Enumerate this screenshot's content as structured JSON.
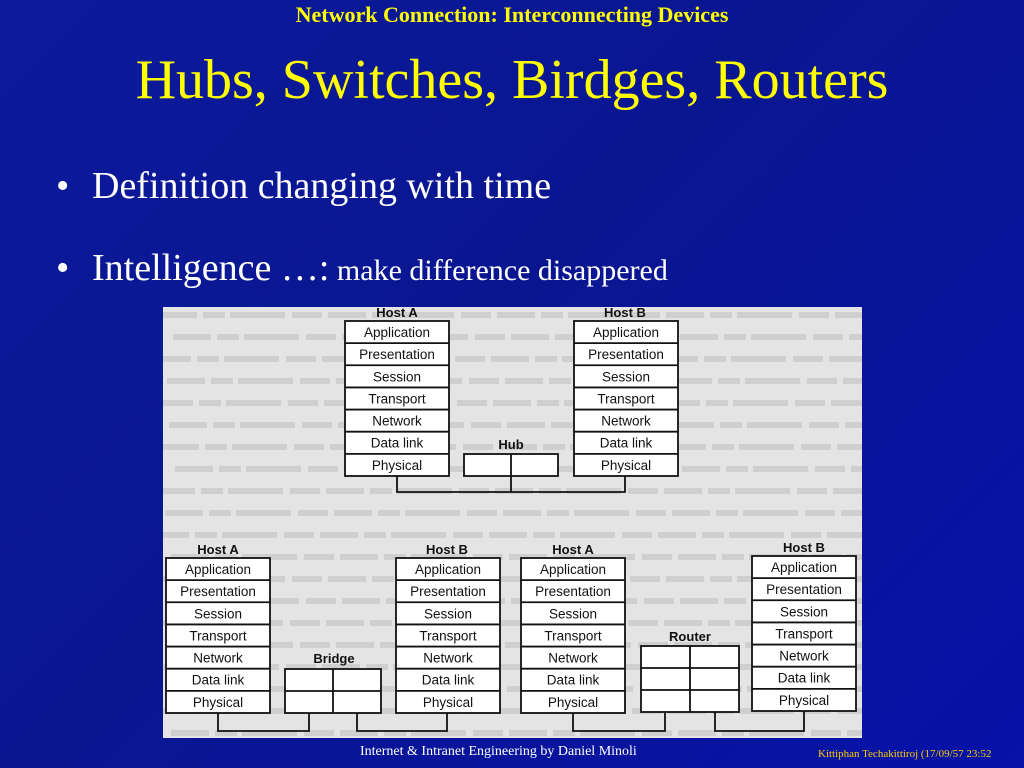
{
  "slide": {
    "supertitle": "Network Connection: Interconnecting Devices",
    "title": "Hubs, Switches, Birdges, Routers",
    "bullets": [
      {
        "marker": "•",
        "text": "Definition changing with time"
      },
      {
        "marker": "•",
        "text_large": "Intelligence …:",
        "text_small": " make difference disappered"
      }
    ],
    "footer_left": "Internet & Intranet Engineering by Daniel Minoli",
    "footer_right": "Kittiphan Techakittiroj (17/09/57 23:52"
  },
  "figure": {
    "layers": [
      "Application",
      "Presentation",
      "Session",
      "Transport",
      "Network",
      "Data link",
      "Physical"
    ],
    "hosts": [
      "Host A",
      "Host B"
    ],
    "devices": {
      "hub": "Hub",
      "bridge": "Bridge",
      "router": "Router"
    }
  }
}
